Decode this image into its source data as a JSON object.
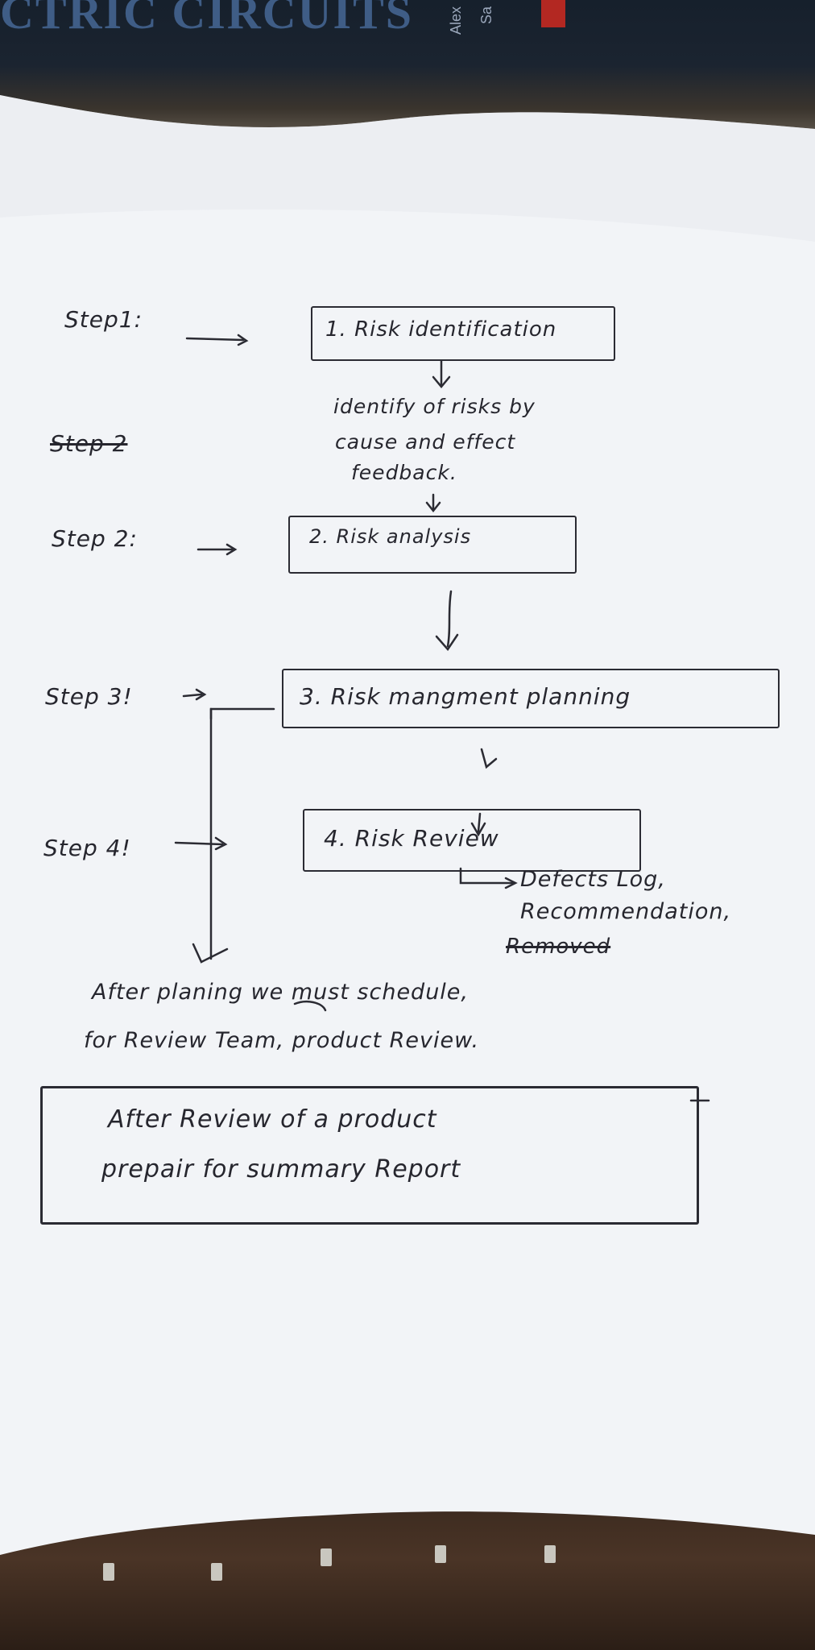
{
  "background": {
    "book_spine_text": "CTRIC CIRCUITS",
    "book_spine_authors": [
      "Alex",
      "Sa"
    ],
    "paper_color": "#f3f5f8"
  },
  "steps": {
    "step1_label": "Step1:",
    "step2_struck_label": "Step 2",
    "step2_label": "Step 2:",
    "step3_label": "Step 3!",
    "step4_label": "Step 4!"
  },
  "flow": {
    "box1_text": "1. Risk identification",
    "note1_lines": [
      "identify of risks by",
      "cause and effect",
      "feedback."
    ],
    "box2_text": "2. Risk analysis",
    "box3_text": "3. Risk mangment planning",
    "box4_text": "4. Risk Review",
    "box4_outputs": [
      "Defects Log,",
      "Recommendation,",
      "Removed"
    ]
  },
  "notes": {
    "after_planning_line1": "After planing we must schedule,",
    "after_planning_line2": "for Review Team, product Review."
  },
  "summary_box": {
    "line1": "After Review of a product",
    "line2": "prepair for summary Report"
  },
  "colors": {
    "ink": "#26262e",
    "paper": "#f3f5f8",
    "wood": "#4a3426"
  }
}
